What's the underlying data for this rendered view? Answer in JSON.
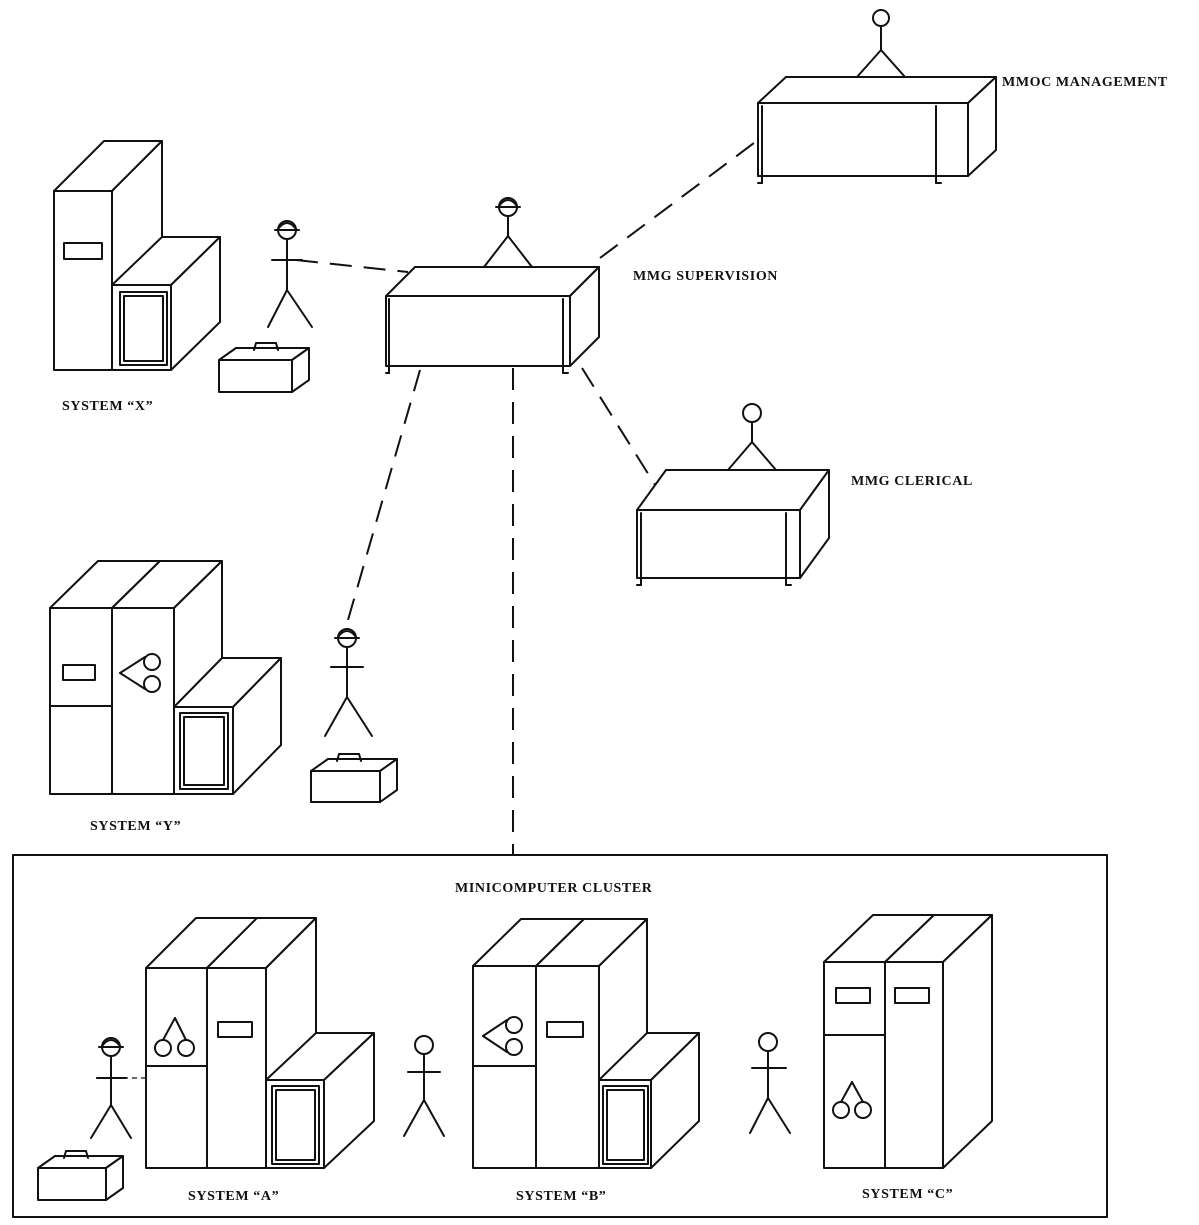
{
  "labels": {
    "mmoc_management": "MMOC MANAGEMENT",
    "mmg_supervision": "MMG SUPERVISION",
    "mmg_clerical": "MMG CLERICAL",
    "system_x": "SYSTEM “X”",
    "system_y": "SYSTEM “Y”",
    "cluster_title": "MINICOMPUTER CLUSTER",
    "system_a": "SYSTEM “A”",
    "system_b": "SYSTEM “B”",
    "system_c": "SYSTEM “C”"
  },
  "icons": [
    "desk-icon",
    "person-icon",
    "helmet-person-icon",
    "toolbox-icon",
    "computer-cabinet-icon",
    "tape-reel-icon"
  ]
}
